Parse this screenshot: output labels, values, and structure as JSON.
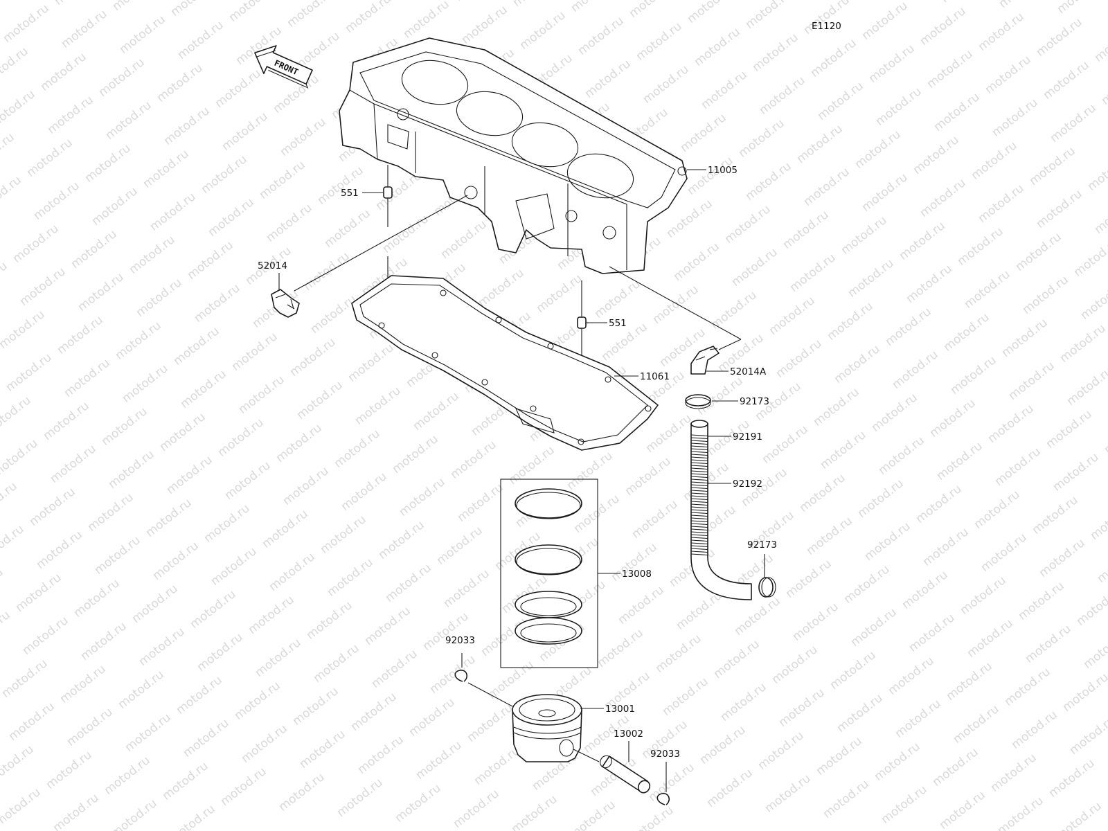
{
  "diagram_code": "E1120",
  "front_label": "FRONT",
  "watermark": "motod.ru",
  "parts": {
    "cylinder": "11005",
    "gasket": "11061",
    "dowel_upper": "551",
    "dowel_lower": "551",
    "fitting_left": "52014",
    "fitting_right": "52014A",
    "clamp_upper": "92173",
    "hose_upper": "92191",
    "hose_lower": "92192",
    "clamp_lower": "92173",
    "ring_set": "13008",
    "circlip_left": "92033",
    "piston": "13001",
    "piston_pin": "13002",
    "circlip_right": "92033"
  },
  "colors": {
    "line": "#1a1a1a",
    "watermark": "#d9d9d9",
    "background": "#ffffff"
  }
}
